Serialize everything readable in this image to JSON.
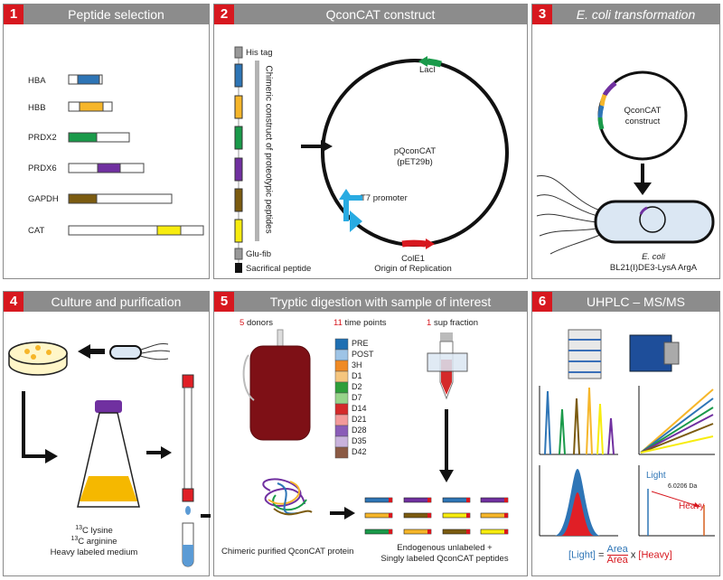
{
  "panels": [
    {
      "num": "1",
      "title": "Peptide selection"
    },
    {
      "num": "2",
      "title": "QconCAT construct"
    },
    {
      "num": "3",
      "title": "E. coli transformation"
    },
    {
      "num": "4",
      "title": "Culture and purification"
    },
    {
      "num": "5",
      "title": "Tryptic digestion with sample of interest"
    },
    {
      "num": "6",
      "title": "UHPLC – MS/MS"
    }
  ],
  "peptides": [
    {
      "name": "HBA",
      "color": "#2e75b6"
    },
    {
      "name": "HBB",
      "color": "#f6b62a"
    },
    {
      "name": "PRDX2",
      "color": "#1a9a4a"
    },
    {
      "name": "PRDX6",
      "color": "#7030a0"
    },
    {
      "name": "GAPDH",
      "color": "#7b5b10"
    },
    {
      "name": "CAT",
      "color": "#f7ec0f"
    }
  ],
  "construct": {
    "his_tag": "His tag",
    "glu_fib": "Glu-fib",
    "sacrificial": "Sacrifical peptide",
    "chimeric": "Chimeric construct of proteotypic peptides",
    "plasmid": "pQconCAT",
    "plasmid_sub": "(pET29b)",
    "lacI": "LacI",
    "t7": "T7 promoter",
    "cole1": "ColE1",
    "origin": "Origin of Replication"
  },
  "transformation": {
    "plasmid_line1": "QconCAT",
    "plasmid_line2": "construct",
    "organism": "E. coli",
    "strain": "BL21(I)DE3-LysA ArgA"
  },
  "culture": {
    "lysine": "C lysine",
    "arginine": "C arginine",
    "sup": "13",
    "medium": "Heavy labeled medium"
  },
  "digestion": {
    "donors_n": "5",
    "donors": "donors",
    "time_n": "11",
    "time": "time points",
    "sup_n": "1",
    "sup": "sup fraction",
    "timepoints": [
      {
        "label": "PRE",
        "color": "#1f6fb2"
      },
      {
        "label": "POST",
        "color": "#9ec4e6"
      },
      {
        "label": "3H",
        "color": "#f08a24"
      },
      {
        "label": "D1",
        "color": "#f5c57e"
      },
      {
        "label": "D2",
        "color": "#2e9e3a"
      },
      {
        "label": "D7",
        "color": "#97d48a"
      },
      {
        "label": "D14",
        "color": "#d42a2a"
      },
      {
        "label": "D21",
        "color": "#f39a9a"
      },
      {
        "label": "D28",
        "color": "#8a5cb8"
      },
      {
        "label": "D35",
        "color": "#c9b3dd"
      },
      {
        "label": "D42",
        "color": "#8b5a44"
      }
    ],
    "protein": "Chimeric purified QconCAT protein",
    "peptides_line1": "Endogenous unlabeled +",
    "peptides_line2": "Singly labeled QconCAT peptides"
  },
  "ms": {
    "light": "Light",
    "heavy": "Heavy",
    "delta": "6.0206 Da",
    "f_light": "[Light]",
    "f_eq": "=",
    "f_area1": "Area",
    "f_area2": "Area",
    "f_x": "x",
    "f_heavy": "[Heavy]"
  }
}
